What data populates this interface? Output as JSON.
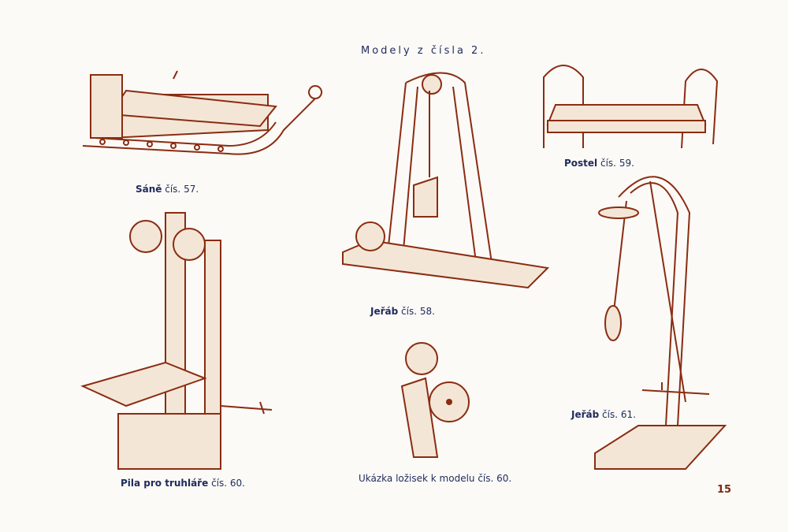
{
  "page_title": "Modely z čísla 2.",
  "page_number": "15",
  "captions": [
    {
      "id": "sane",
      "name": "Sáně",
      "suffix": "čís. 57."
    },
    {
      "id": "jerab58",
      "name": "Jeřáb",
      "suffix": "čís. 58."
    },
    {
      "id": "postel",
      "name": "Postel",
      "suffix": "čís. 59."
    },
    {
      "id": "pila",
      "name": "Pila pro truhláře",
      "suffix": "čís. 60."
    },
    {
      "id": "ukazka",
      "name": "",
      "suffix": "Ukázka ložisek k modelu čís. 60."
    },
    {
      "id": "jerab61",
      "name": "Jeřáb",
      "suffix": "čís. 61."
    }
  ],
  "colors": {
    "text": "#1f2a5c",
    "ink": "#8a2c12",
    "paper": "#fbfaf6"
  }
}
